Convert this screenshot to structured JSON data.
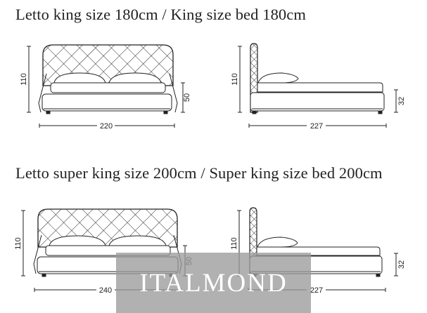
{
  "sections": [
    {
      "title": "Letto king size 180cm / King size bed 180cm",
      "front": {
        "height": "110",
        "bed_height": "50",
        "width": "220"
      },
      "side": {
        "height": "110",
        "base_height": "32",
        "length": "227"
      }
    },
    {
      "title": "Letto super king size 200cm / Super king size bed 200cm",
      "front": {
        "height": "110",
        "bed_height": "50",
        "width": "240"
      },
      "side": {
        "height": "110",
        "base_height": "32",
        "length": "227"
      }
    }
  ],
  "watermark": "ITALMOND"
}
